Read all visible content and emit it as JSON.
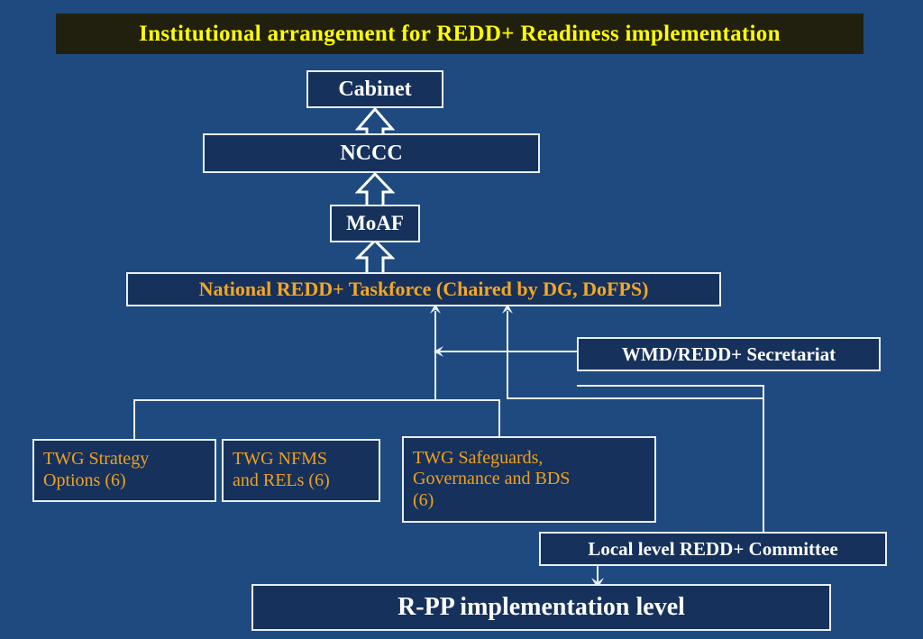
{
  "title": {
    "text": "Institutional arrangement for REDD+ Readiness implementation",
    "banner_bg": "#21200f",
    "text_color": "#ffff00"
  },
  "canvas": {
    "background": "#1e4a7f",
    "node_fill": "#16325c",
    "node_border": "#e8eef5",
    "connector_color": "#e8eef5"
  },
  "nodes": {
    "cabinet": {
      "label": "Cabinet"
    },
    "nccc": {
      "label": "NCCC"
    },
    "moaf": {
      "label": "MoAF"
    },
    "taskforce": {
      "label": "National REDD+ Taskforce (Chaired by DG, DoFPS)"
    },
    "secretariat": {
      "label": "WMD/REDD+ Secretariat"
    },
    "twg_strategy": {
      "label": "TWG Strategy\nOptions  (6)"
    },
    "twg_nfms": {
      "label": "TWG NFMS\nand RELs (6)"
    },
    "twg_safeguards": {
      "label": "TWG Safeguards,\nGovernance and BDS\n(6)"
    },
    "local_committee": {
      "label": "Local level REDD+ Committee"
    },
    "rpp": {
      "label": "R-PP implementation level"
    }
  },
  "diagram_data": {
    "type": "org-hierarchy",
    "levels": [
      [
        "Cabinet"
      ],
      [
        "NCCC"
      ],
      [
        "MoAF"
      ],
      [
        "National REDD+ Taskforce (Chaired by DG, DoFPS)"
      ],
      [
        "WMD/REDD+ Secretariat"
      ],
      [
        "TWG Strategy Options  (6)",
        "TWG NFMS and RELs (6)",
        "TWG Safeguards, Governance and BDS (6)"
      ],
      [
        "Local level REDD+ Committee"
      ],
      [
        "R-PP implementation level"
      ]
    ],
    "edges": [
      {
        "from": "NCCC",
        "to": "Cabinet",
        "style": "block-arrow-up"
      },
      {
        "from": "MoAF",
        "to": "NCCC",
        "style": "block-arrow-up"
      },
      {
        "from": "National REDD+ Taskforce (Chaired by DG, DoFPS)",
        "to": "MoAF",
        "style": "block-arrow-up"
      },
      {
        "from": "TWG group",
        "to": "National REDD+ Taskforce (Chaired by DG, DoFPS)",
        "style": "line-arrow-up"
      },
      {
        "from": "WMD/REDD+ Secretariat",
        "to": "National REDD+ Taskforce (Chaired by DG, DoFPS)",
        "style": "line-arrow-up"
      },
      {
        "from": "WMD/REDD+ Secretariat",
        "to": "TWG riser",
        "style": "line-arrow-left"
      },
      {
        "from": "WMD/REDD+ Secretariat",
        "to": "Local level REDD+ Committee",
        "style": "line"
      },
      {
        "from": "Local level REDD+ Committee",
        "to": "R-PP implementation level",
        "style": "line-arrow-down"
      }
    ]
  }
}
